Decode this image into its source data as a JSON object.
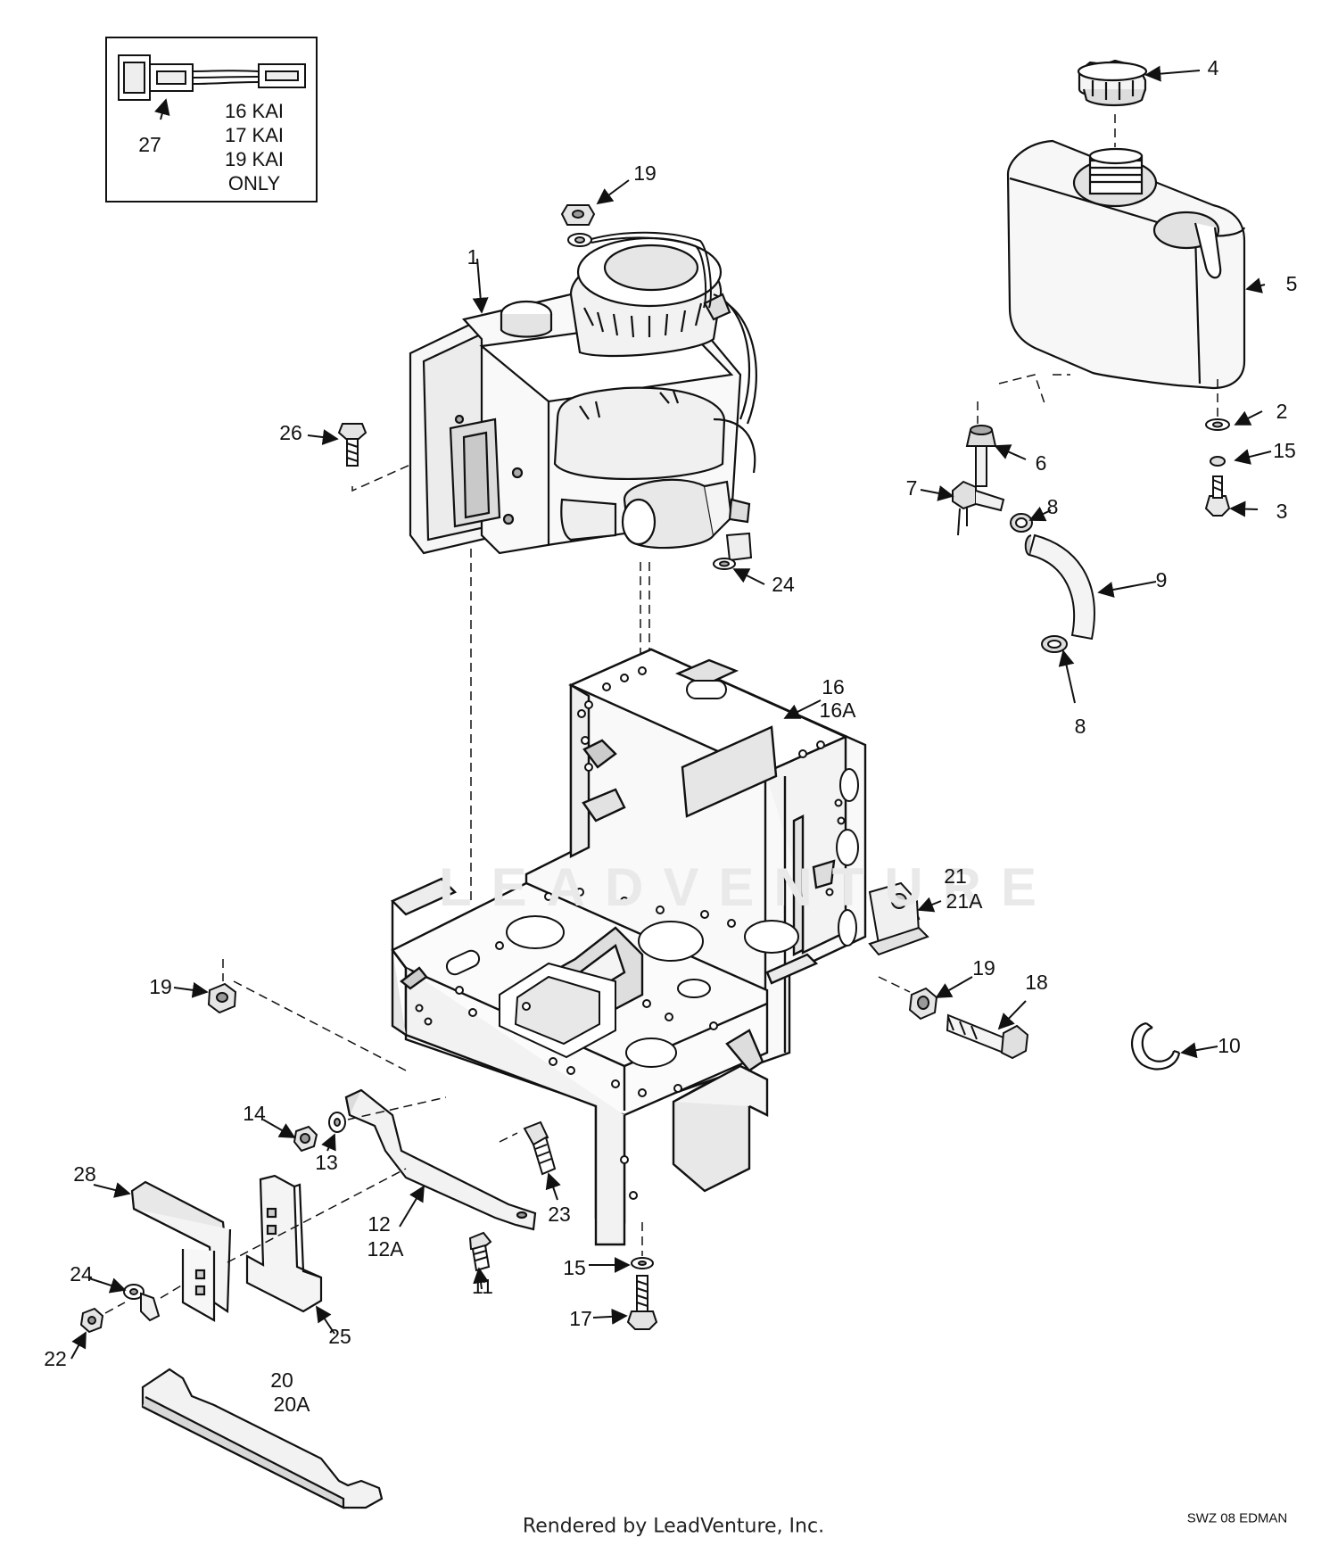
{
  "inset": {
    "callout": "27",
    "models": [
      "16 KAI",
      "17 KAI",
      "19 KAI",
      "ONLY"
    ]
  },
  "callouts": {
    "c1": "1",
    "c2": "2",
    "c3": "3",
    "c4": "4",
    "c5": "5",
    "c6": "6",
    "c7": "7",
    "c8a": "8",
    "c8b": "8",
    "c9": "9",
    "c10": "10",
    "c11": "11",
    "c12": "12",
    "c12a": "12A",
    "c13": "13",
    "c14": "14",
    "c15a": "15",
    "c15b": "15",
    "c16": "16",
    "c16a": "16A",
    "c17": "17",
    "c18": "18",
    "c19a": "19",
    "c19b": "19",
    "c19c": "19",
    "c20": "20",
    "c20a": "20A",
    "c21": "21",
    "c21a": "21A",
    "c22": "22",
    "c23": "23",
    "c24a": "24",
    "c24b": "24",
    "c25": "25",
    "c26": "26",
    "c28": "28"
  },
  "watermark": "LEADVENTURE",
  "footer": {
    "credit": "Rendered by LeadVenture, Inc.",
    "drawing_code": "SWZ 08 EDMAN"
  },
  "colors": {
    "line": "#111111",
    "fill_light": "#f4f4f4",
    "fill_mid": "#e2e2e2",
    "fill_dark": "#c9c9c9"
  }
}
